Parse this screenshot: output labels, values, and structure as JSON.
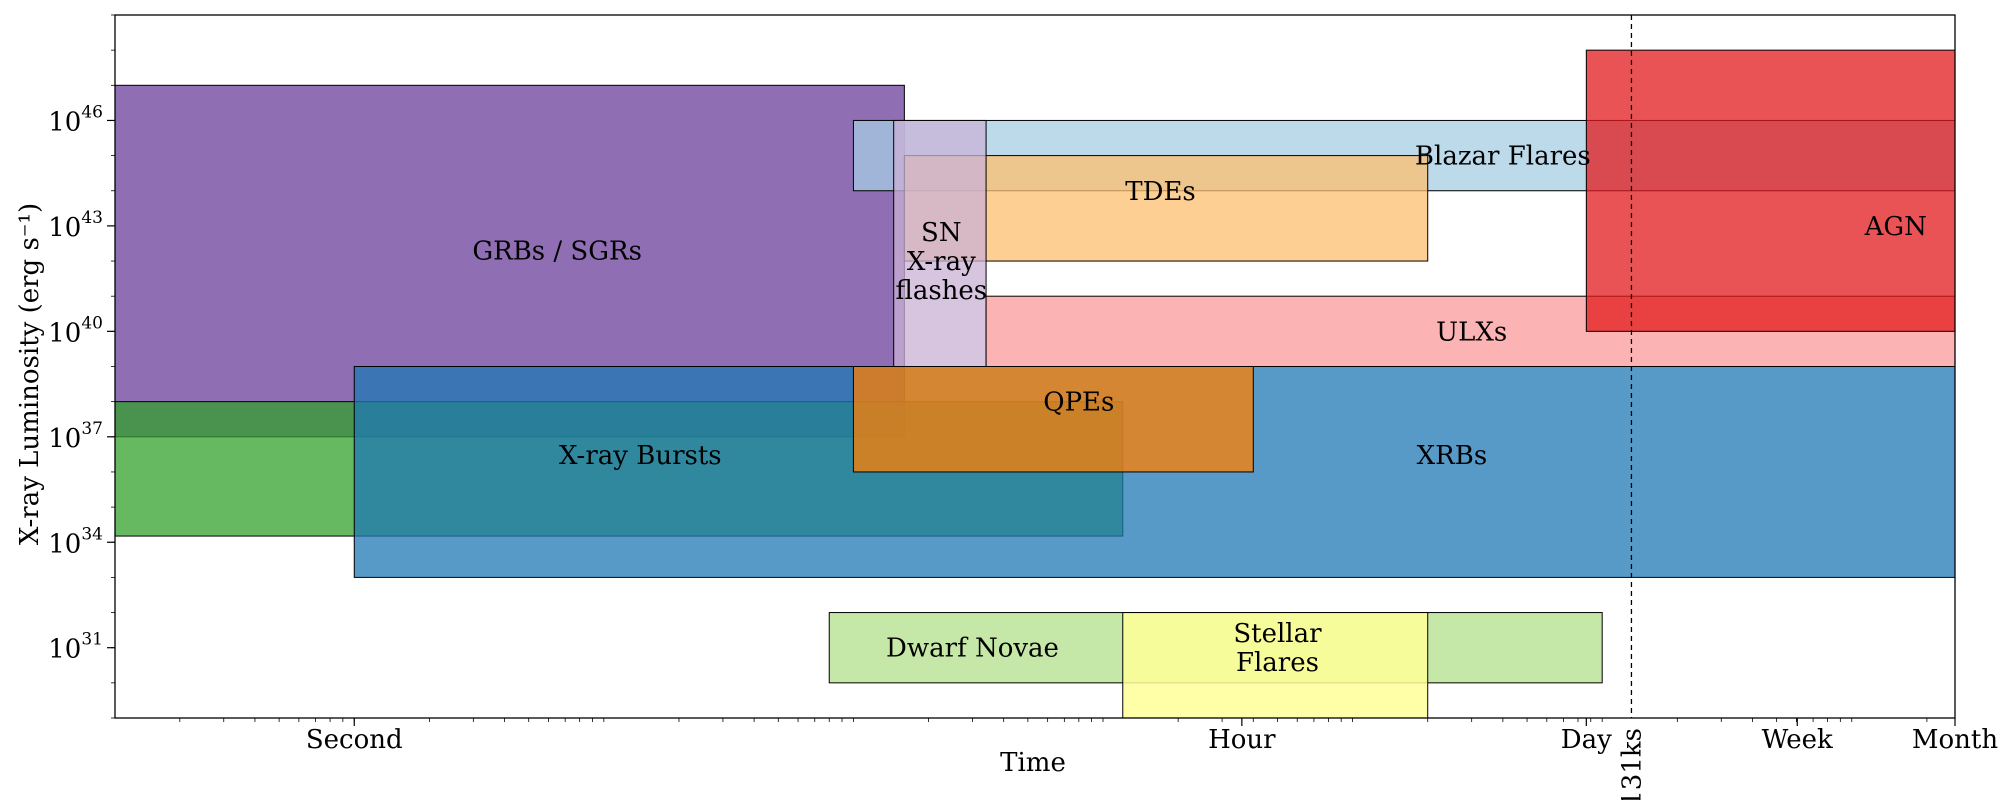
{
  "chart_data": {
    "type": "area",
    "title": "",
    "xlabel": "Time",
    "ylabel": "X-ray Luminosity (erg s⁻¹)",
    "x_scale": "log",
    "y_scale": "log",
    "x_unit": "seconds",
    "y_unit": "erg/s",
    "xlim": [
      0.11,
      2592000
    ],
    "ylim": [
      1e+29,
      1e+49
    ],
    "x_ticks": [
      {
        "value": 1,
        "label": "Second"
      },
      {
        "value": 3600,
        "label": "Hour"
      },
      {
        "value": 86400,
        "label": "Day"
      },
      {
        "value": 604800,
        "label": "Week"
      },
      {
        "value": 2592000,
        "label": "Month"
      }
    ],
    "y_ticks": [
      {
        "value": 1e+31,
        "base": "10",
        "exp": "31"
      },
      {
        "value": 1e+34,
        "base": "10",
        "exp": "34"
      },
      {
        "value": 1e+37,
        "base": "10",
        "exp": "37"
      },
      {
        "value": 1e+40,
        "base": "10",
        "exp": "40"
      },
      {
        "value": 1e+43,
        "base": "10",
        "exp": "43"
      },
      {
        "value": 1e+46,
        "base": "10",
        "exp": "46"
      }
    ],
    "grid": false,
    "legend": "none",
    "vline": {
      "x": 131000,
      "label": "131ks",
      "style": "dashed"
    },
    "regions": [
      {
        "name": "GRBs / SGRs",
        "x": [
          0.11,
          160
        ],
        "y": [
          1e+37,
          1e+47
        ],
        "color": "#6a3d9a",
        "alpha": 0.75,
        "label_at": [
          6.5,
          2e+42
        ]
      },
      {
        "name": "X-ray Bursts",
        "x": [
          0.11,
          1200
        ],
        "y": [
          1.5e+34,
          1e+38
        ],
        "color": "#33a02c",
        "alpha": 0.75,
        "label_at": [
          14,
          3e+36
        ]
      },
      {
        "name": "XRBs",
        "x": [
          1,
          2592000
        ],
        "y": [
          1e+33,
          1e+39
        ],
        "color": "#1f78b4",
        "alpha": 0.75,
        "label_at": [
          25000,
          3e+36
        ]
      },
      {
        "name": "Blazar Flares",
        "x": [
          100,
          2592000
        ],
        "y": [
          1e+44,
          1e+46
        ],
        "color": "#a6cee3",
        "alpha": 0.75,
        "label_at": [
          40000,
          1e+45
        ]
      },
      {
        "name": "TDEs",
        "x": [
          160,
          20000
        ],
        "y": [
          1e+42,
          1e+45
        ],
        "color": "#fdbf6f",
        "alpha": 0.75,
        "label_at": [
          1700,
          1e+44
        ]
      },
      {
        "name": "SN X-ray flashes",
        "x": [
          145,
          340
        ],
        "y": [
          1e+39,
          1e+46
        ],
        "color": "#cab2d6",
        "alpha": 0.75,
        "lines": [
          "SN",
          "X-ray",
          "flashes"
        ],
        "label_at": [
          225,
          1e+42
        ]
      },
      {
        "name": "ULXs",
        "x": [
          340,
          2592000
        ],
        "y": [
          1e+39,
          1e+41
        ],
        "color": "#fb9a99",
        "alpha": 0.75,
        "label_at": [
          30000,
          1e+40
        ]
      },
      {
        "name": "AGN",
        "x": [
          86400,
          2592000
        ],
        "y": [
          1e+40,
          1e+48
        ],
        "color": "#e31a1c",
        "alpha": 0.75,
        "label_at": [
          1500000,
          1e+43
        ]
      },
      {
        "name": "QPEs",
        "x": [
          100,
          4000
        ],
        "y": [
          1e+36,
          1e+39
        ],
        "color": "#ff7f00",
        "alpha": 0.75,
        "label_at": [
          800,
          1e+38
        ]
      },
      {
        "name": "Dwarf Novae",
        "x": [
          80,
          100000
        ],
        "y": [
          1e+30,
          1e+32
        ],
        "color": "#b2df8a",
        "alpha": 0.75,
        "label_at": [
          300,
          1e+31
        ]
      },
      {
        "name": "Stellar Flares",
        "x": [
          1200,
          20000
        ],
        "y": [
          1e+29,
          1e+32
        ],
        "color": "#ffff99",
        "alpha": 0.85,
        "lines": [
          "Stellar",
          "Flares"
        ],
        "label_at": [
          5000,
          1e+31
        ]
      }
    ]
  }
}
